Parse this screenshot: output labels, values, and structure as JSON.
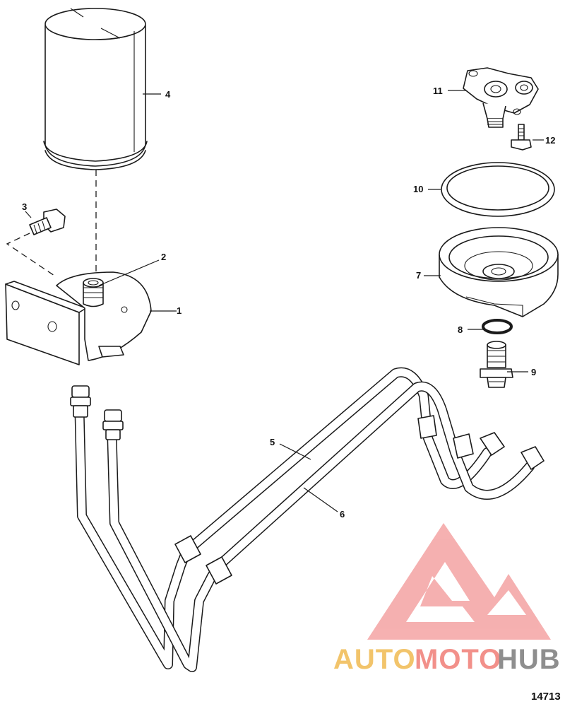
{
  "callouts": {
    "c1": "1",
    "c2": "2",
    "c3": "3",
    "c4": "4",
    "c5": "5",
    "c6": "6",
    "c7": "7",
    "c8": "8",
    "c9": "9",
    "c10": "10",
    "c11": "11",
    "c12": "12"
  },
  "figure_number": "14713",
  "watermark": {
    "auto": "AUTO",
    "moto": "MOTO",
    "hub": "HUB",
    "colors": {
      "auto": "#f2c46b",
      "moto": "#f2908a",
      "hub": "#8e8e8e",
      "logo": "#f28a8a"
    }
  }
}
